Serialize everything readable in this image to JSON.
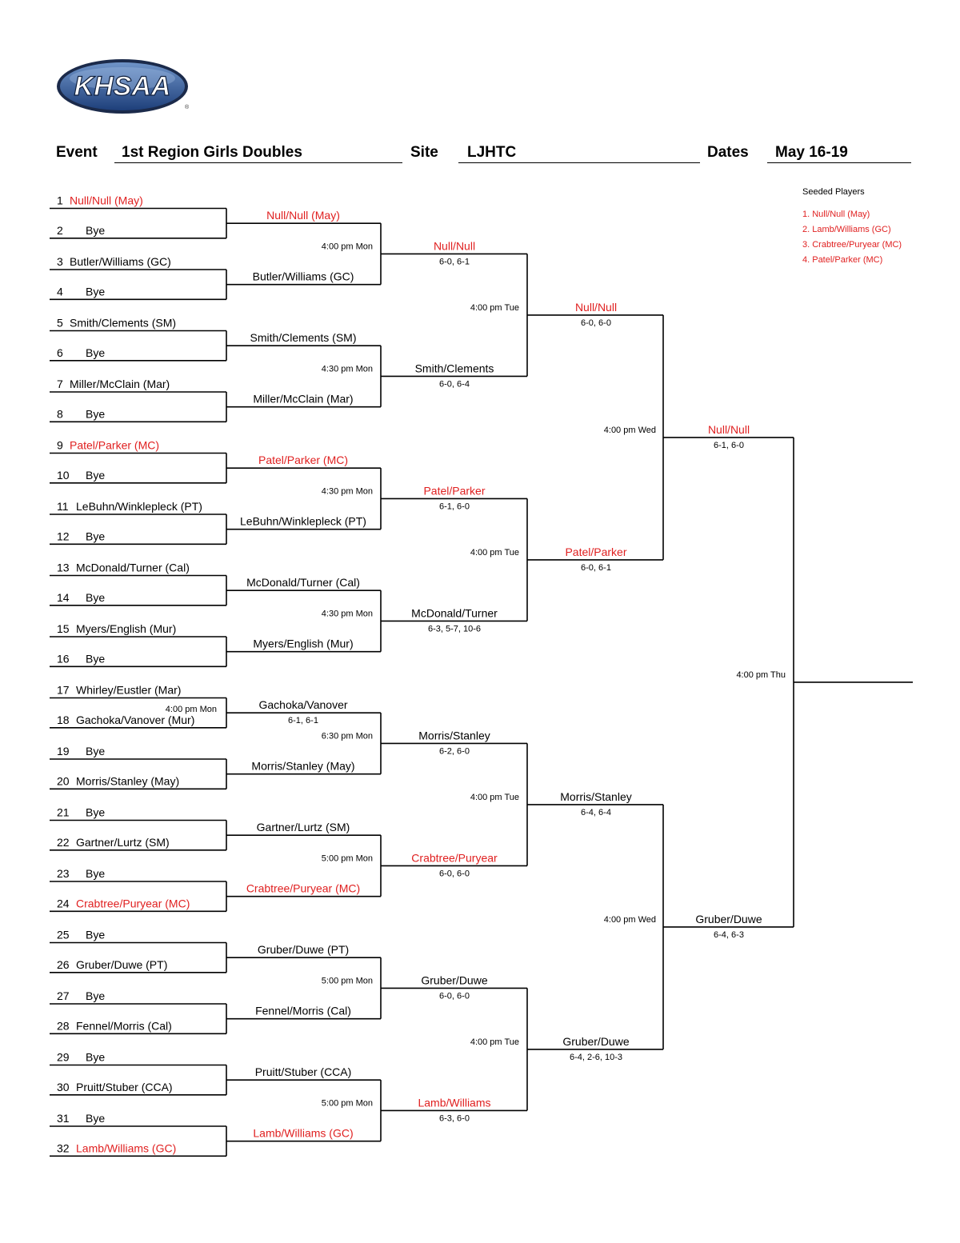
{
  "logo": {
    "text": "KHSAA"
  },
  "header": {
    "event_label": "Event",
    "event_value": "1st Region Girls Doubles",
    "site_label": "Site",
    "site_value": "LJHTC",
    "dates_label": "Dates",
    "dates_value": "May 16-19"
  },
  "seeded": {
    "title": "Seeded Players",
    "items": [
      "1. Null/Null (May)",
      "2. Lamb/Williams (GC)",
      "3. Crabtree/Puryear (MC)",
      "4. Patel/Parker (MC)"
    ]
  },
  "colors": {
    "seeded": "#e02020",
    "text": "#000000"
  },
  "r1": [
    {
      "num": "1",
      "name": "Null/Null (May)",
      "seed": true
    },
    {
      "num": "2",
      "name": "Bye",
      "seed": false
    },
    {
      "num": "3",
      "name": "Butler/Williams (GC)",
      "seed": false
    },
    {
      "num": "4",
      "name": "Bye",
      "seed": false
    },
    {
      "num": "5",
      "name": "Smith/Clements (SM)",
      "seed": false
    },
    {
      "num": "6",
      "name": "Bye",
      "seed": false
    },
    {
      "num": "7",
      "name": "Miller/McClain (Mar)",
      "seed": false
    },
    {
      "num": "8",
      "name": "Bye",
      "seed": false
    },
    {
      "num": "9",
      "name": "Patel/Parker (MC)",
      "seed": true
    },
    {
      "num": "10",
      "name": "Bye",
      "seed": false
    },
    {
      "num": "11",
      "name": "LeBuhn/Winklepleck (PT)",
      "seed": false
    },
    {
      "num": "12",
      "name": "Bye",
      "seed": false
    },
    {
      "num": "13",
      "name": "McDonald/Turner (Cal)",
      "seed": false
    },
    {
      "num": "14",
      "name": "Bye",
      "seed": false
    },
    {
      "num": "15",
      "name": "Myers/English (Mur)",
      "seed": false
    },
    {
      "num": "16",
      "name": "Bye",
      "seed": false
    },
    {
      "num": "17",
      "name": "Whirley/Eustler (Mar)",
      "seed": false
    },
    {
      "num": "18",
      "name": "Gachoka/Vanover (Mur)",
      "seed": false
    },
    {
      "num": "19",
      "name": "Bye",
      "seed": false
    },
    {
      "num": "20",
      "name": "Morris/Stanley (May)",
      "seed": false
    },
    {
      "num": "21",
      "name": "Bye",
      "seed": false
    },
    {
      "num": "22",
      "name": "Gartner/Lurtz (SM)",
      "seed": false
    },
    {
      "num": "23",
      "name": "Bye",
      "seed": false
    },
    {
      "num": "24",
      "name": "Crabtree/Puryear (MC)",
      "seed": true
    },
    {
      "num": "25",
      "name": "Bye",
      "seed": false
    },
    {
      "num": "26",
      "name": "Gruber/Duwe (PT)",
      "seed": false
    },
    {
      "num": "27",
      "name": "Bye",
      "seed": false
    },
    {
      "num": "28",
      "name": "Fennel/Morris (Cal)",
      "seed": false
    },
    {
      "num": "29",
      "name": "Bye",
      "seed": false
    },
    {
      "num": "30",
      "name": "Pruitt/Stuber (CCA)",
      "seed": false
    },
    {
      "num": "31",
      "name": "Bye",
      "seed": false
    },
    {
      "num": "32",
      "name": "Lamb/Williams (GC)",
      "seed": true
    }
  ],
  "r2": [
    {
      "name": "Null/Null (May)",
      "seed": true,
      "score": "",
      "time": ""
    },
    {
      "name": "Butler/Williams (GC)",
      "seed": false,
      "score": "",
      "time": ""
    },
    {
      "name": "Smith/Clements (SM)",
      "seed": false,
      "score": "",
      "time": ""
    },
    {
      "name": "Miller/McClain (Mar)",
      "seed": false,
      "score": "",
      "time": ""
    },
    {
      "name": "Patel/Parker (MC)",
      "seed": true,
      "score": "",
      "time": ""
    },
    {
      "name": "LeBuhn/Winklepleck (PT)",
      "seed": false,
      "score": "",
      "time": ""
    },
    {
      "name": "McDonald/Turner (Cal)",
      "seed": false,
      "score": "",
      "time": ""
    },
    {
      "name": "Myers/English (Mur)",
      "seed": false,
      "score": "",
      "time": ""
    },
    {
      "name": "Gachoka/Vanover",
      "seed": false,
      "score": "6-1, 6-1",
      "time": "4:00 pm Mon"
    },
    {
      "name": "Morris/Stanley (May)",
      "seed": false,
      "score": "",
      "time": ""
    },
    {
      "name": "Gartner/Lurtz (SM)",
      "seed": false,
      "score": "",
      "time": ""
    },
    {
      "name": "Crabtree/Puryear (MC)",
      "seed": true,
      "score": "",
      "time": ""
    },
    {
      "name": "Gruber/Duwe (PT)",
      "seed": false,
      "score": "",
      "time": ""
    },
    {
      "name": "Fennel/Morris (Cal)",
      "seed": false,
      "score": "",
      "time": ""
    },
    {
      "name": "Pruitt/Stuber (CCA)",
      "seed": false,
      "score": "",
      "time": ""
    },
    {
      "name": "Lamb/Williams (GC)",
      "seed": true,
      "score": "",
      "time": ""
    }
  ],
  "r3": [
    {
      "name": "Null/Null",
      "seed": true,
      "score": "6-0, 6-1",
      "time": "4:00 pm Mon"
    },
    {
      "name": "Smith/Clements",
      "seed": false,
      "score": "6-0, 6-4",
      "time": "4:30 pm Mon"
    },
    {
      "name": "Patel/Parker",
      "seed": true,
      "score": "6-1, 6-0",
      "time": "4:30 pm Mon"
    },
    {
      "name": "McDonald/Turner",
      "seed": false,
      "score": "6-3, 5-7, 10-6",
      "time": "4:30 pm Mon"
    },
    {
      "name": "Morris/Stanley",
      "seed": false,
      "score": "6-2, 6-0",
      "time": "6:30 pm Mon"
    },
    {
      "name": "Crabtree/Puryear",
      "seed": true,
      "score": "6-0, 6-0",
      "time": "5:00 pm Mon"
    },
    {
      "name": "Gruber/Duwe",
      "seed": false,
      "score": "6-0, 6-0",
      "time": "5:00 pm Mon"
    },
    {
      "name": "Lamb/Williams",
      "seed": true,
      "score": "6-3, 6-0",
      "time": "5:00 pm Mon"
    }
  ],
  "r4": [
    {
      "name": "Null/Null",
      "seed": true,
      "score": "6-0, 6-0",
      "time": "4:00 pm Tue"
    },
    {
      "name": "Patel/Parker",
      "seed": true,
      "score": "6-0, 6-1",
      "time": "4:00 pm Tue"
    },
    {
      "name": "Morris/Stanley",
      "seed": false,
      "score": "6-4, 6-4",
      "time": "4:00 pm Tue"
    },
    {
      "name": "Gruber/Duwe",
      "seed": false,
      "score": "6-4, 2-6, 10-3",
      "time": "4:00 pm Tue"
    }
  ],
  "r5": [
    {
      "name": "Null/Null",
      "seed": true,
      "score": "6-1, 6-0",
      "time": "4:00 pm Wed"
    },
    {
      "name": "Gruber/Duwe",
      "seed": false,
      "score": "6-4, 6-3",
      "time": "4:00 pm Wed"
    }
  ],
  "final": {
    "name": "",
    "time": "4:00 pm Thu"
  }
}
